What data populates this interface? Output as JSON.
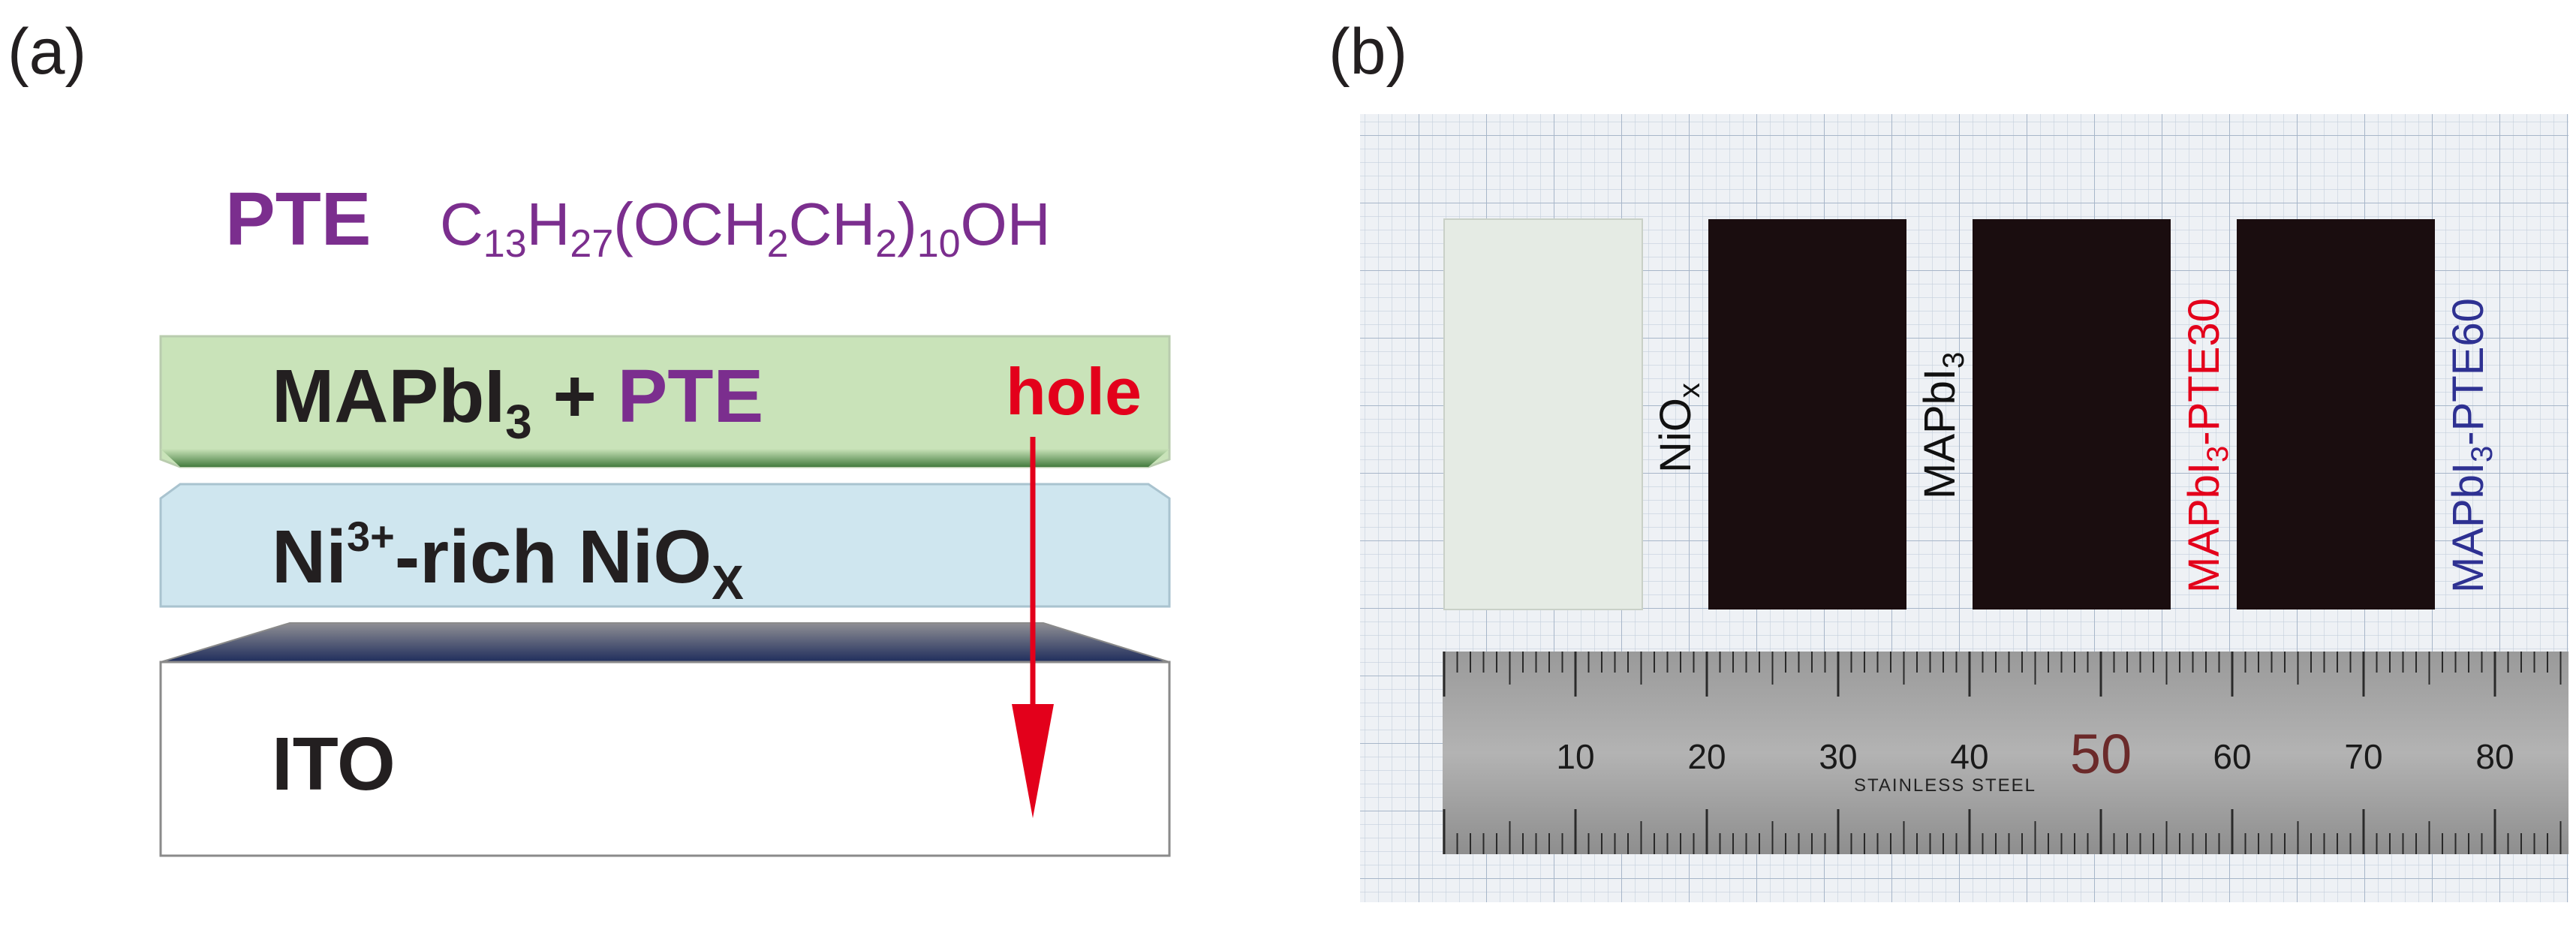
{
  "panel_a": {
    "label": "(a)",
    "pte_abbrev": "PTE",
    "formula": {
      "c": "C",
      "c_sub": "13",
      "h": "H",
      "h_sub": "27",
      "group": "(OCH",
      "g_sub1": "2",
      "ch": "CH",
      "g_sub2": "2",
      "close": ")",
      "n_sub": "10",
      "end": "OH"
    },
    "layer_top": {
      "main": "MAPbI",
      "sub": "3",
      "plus": " + ",
      "additive": "PTE"
    },
    "hole_label": "hole",
    "layer_middle": {
      "prefix": "Ni",
      "sup": "3+",
      "rest": "-rich NiO",
      "sub": "X"
    },
    "layer_bottom": "ITO",
    "colors": {
      "purple": "#7b2e8e",
      "red": "#e3001b",
      "top_layer": "#c9e3b9",
      "mid_layer": "#cfe6ef",
      "bottom_layer": "#ffffff"
    }
  },
  "panel_b": {
    "label": "(b)",
    "samples": [
      {
        "main": "NiO",
        "sub": "x",
        "suffix": "",
        "color": "#111111",
        "slide": "#e5ebe4"
      },
      {
        "main": "MAPbI",
        "sub": "3",
        "suffix": "",
        "color": "#111111",
        "slide": "#1a0d0f"
      },
      {
        "main": "MAPbI",
        "sub": "3",
        "suffix": "-PTE30",
        "color": "#e3001b",
        "slide": "#1a0d0f"
      },
      {
        "main": "MAPbI",
        "sub": "3",
        "suffix": "-PTE60",
        "color": "#2e3192",
        "slide": "#1a0d0f"
      }
    ],
    "ruler": {
      "ticks": [
        "10",
        "20",
        "30",
        "40",
        "50",
        "60",
        "70",
        "80"
      ],
      "highlight": "50",
      "brand": "STAINLESS  STEEL"
    }
  }
}
